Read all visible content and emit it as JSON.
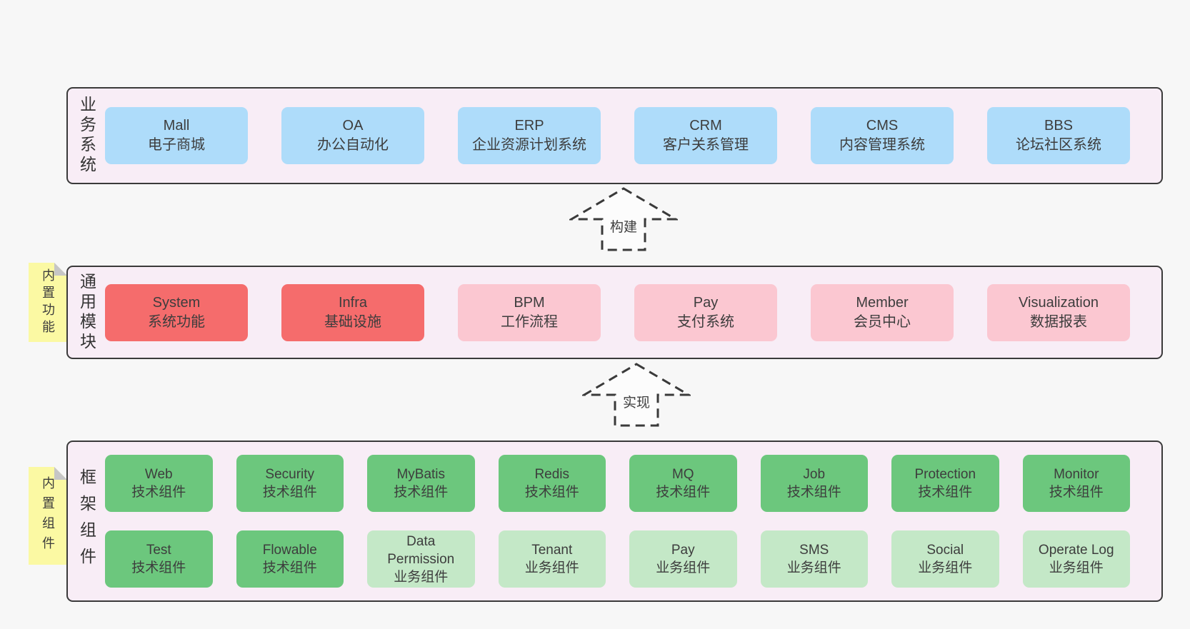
{
  "colors": {
    "page_bg": "#f7f7f7",
    "panel_bg": "#f8edf6",
    "panel_border": "#3a3a3a",
    "business_box_blue": "#aedcfa",
    "module_box_red": "#f56c6c",
    "module_box_pink": "#fbc7d1",
    "component_box_green": "#6cc77d",
    "component_box_light_green": "#c4e8c7",
    "sticky_yellow": "#fbf9a3",
    "sticky_fold_gray": "#c6c6c6",
    "text": "#3d3d3d"
  },
  "business": {
    "label": "业务系统",
    "boxes": [
      {
        "name": "Mall",
        "desc": "电子商城"
      },
      {
        "name": "OA",
        "desc": "办公自动化"
      },
      {
        "name": "ERP",
        "desc": "企业资源计划系统"
      },
      {
        "name": "CRM",
        "desc": "客户关系管理"
      },
      {
        "name": "CMS",
        "desc": "内容管理系统"
      },
      {
        "name": "BBS",
        "desc": "论坛社区系统"
      }
    ]
  },
  "arrows": [
    {
      "label": "构建"
    },
    {
      "label": "实现"
    }
  ],
  "modules": {
    "label": "通用模块",
    "sticky": "内置功能",
    "boxes": [
      {
        "name": "System",
        "desc": "系统功能"
      },
      {
        "name": "Infra",
        "desc": "基础设施"
      },
      {
        "name": "BPM",
        "desc": "工作流程"
      },
      {
        "name": "Pay",
        "desc": "支付系统"
      },
      {
        "name": "Member",
        "desc": "会员中心"
      },
      {
        "name": "Visualization",
        "desc": "数据报表"
      }
    ]
  },
  "framework": {
    "label": "框架组件",
    "sticky": "内置组件",
    "row1": [
      {
        "name": "Web",
        "desc": "技术组件"
      },
      {
        "name": "Security",
        "desc": "技术组件"
      },
      {
        "name": "MyBatis",
        "desc": "技术组件"
      },
      {
        "name": "Redis",
        "desc": "技术组件"
      },
      {
        "name": "MQ",
        "desc": "技术组件"
      },
      {
        "name": "Job",
        "desc": "技术组件"
      },
      {
        "name": "Protection",
        "desc": "技术组件"
      },
      {
        "name": "Monitor",
        "desc": "技术组件"
      }
    ],
    "row2": [
      {
        "name": "Test",
        "desc": "技术组件"
      },
      {
        "name": "Flowable",
        "desc": "技术组件"
      },
      {
        "name": "Data Permission",
        "desc": "业务组件"
      },
      {
        "name": "Tenant",
        "desc": "业务组件"
      },
      {
        "name": "Pay",
        "desc": "业务组件"
      },
      {
        "name": "SMS",
        "desc": "业务组件"
      },
      {
        "name": "Social",
        "desc": "业务组件"
      },
      {
        "name": "Operate Log",
        "desc": "业务组件"
      }
    ]
  }
}
